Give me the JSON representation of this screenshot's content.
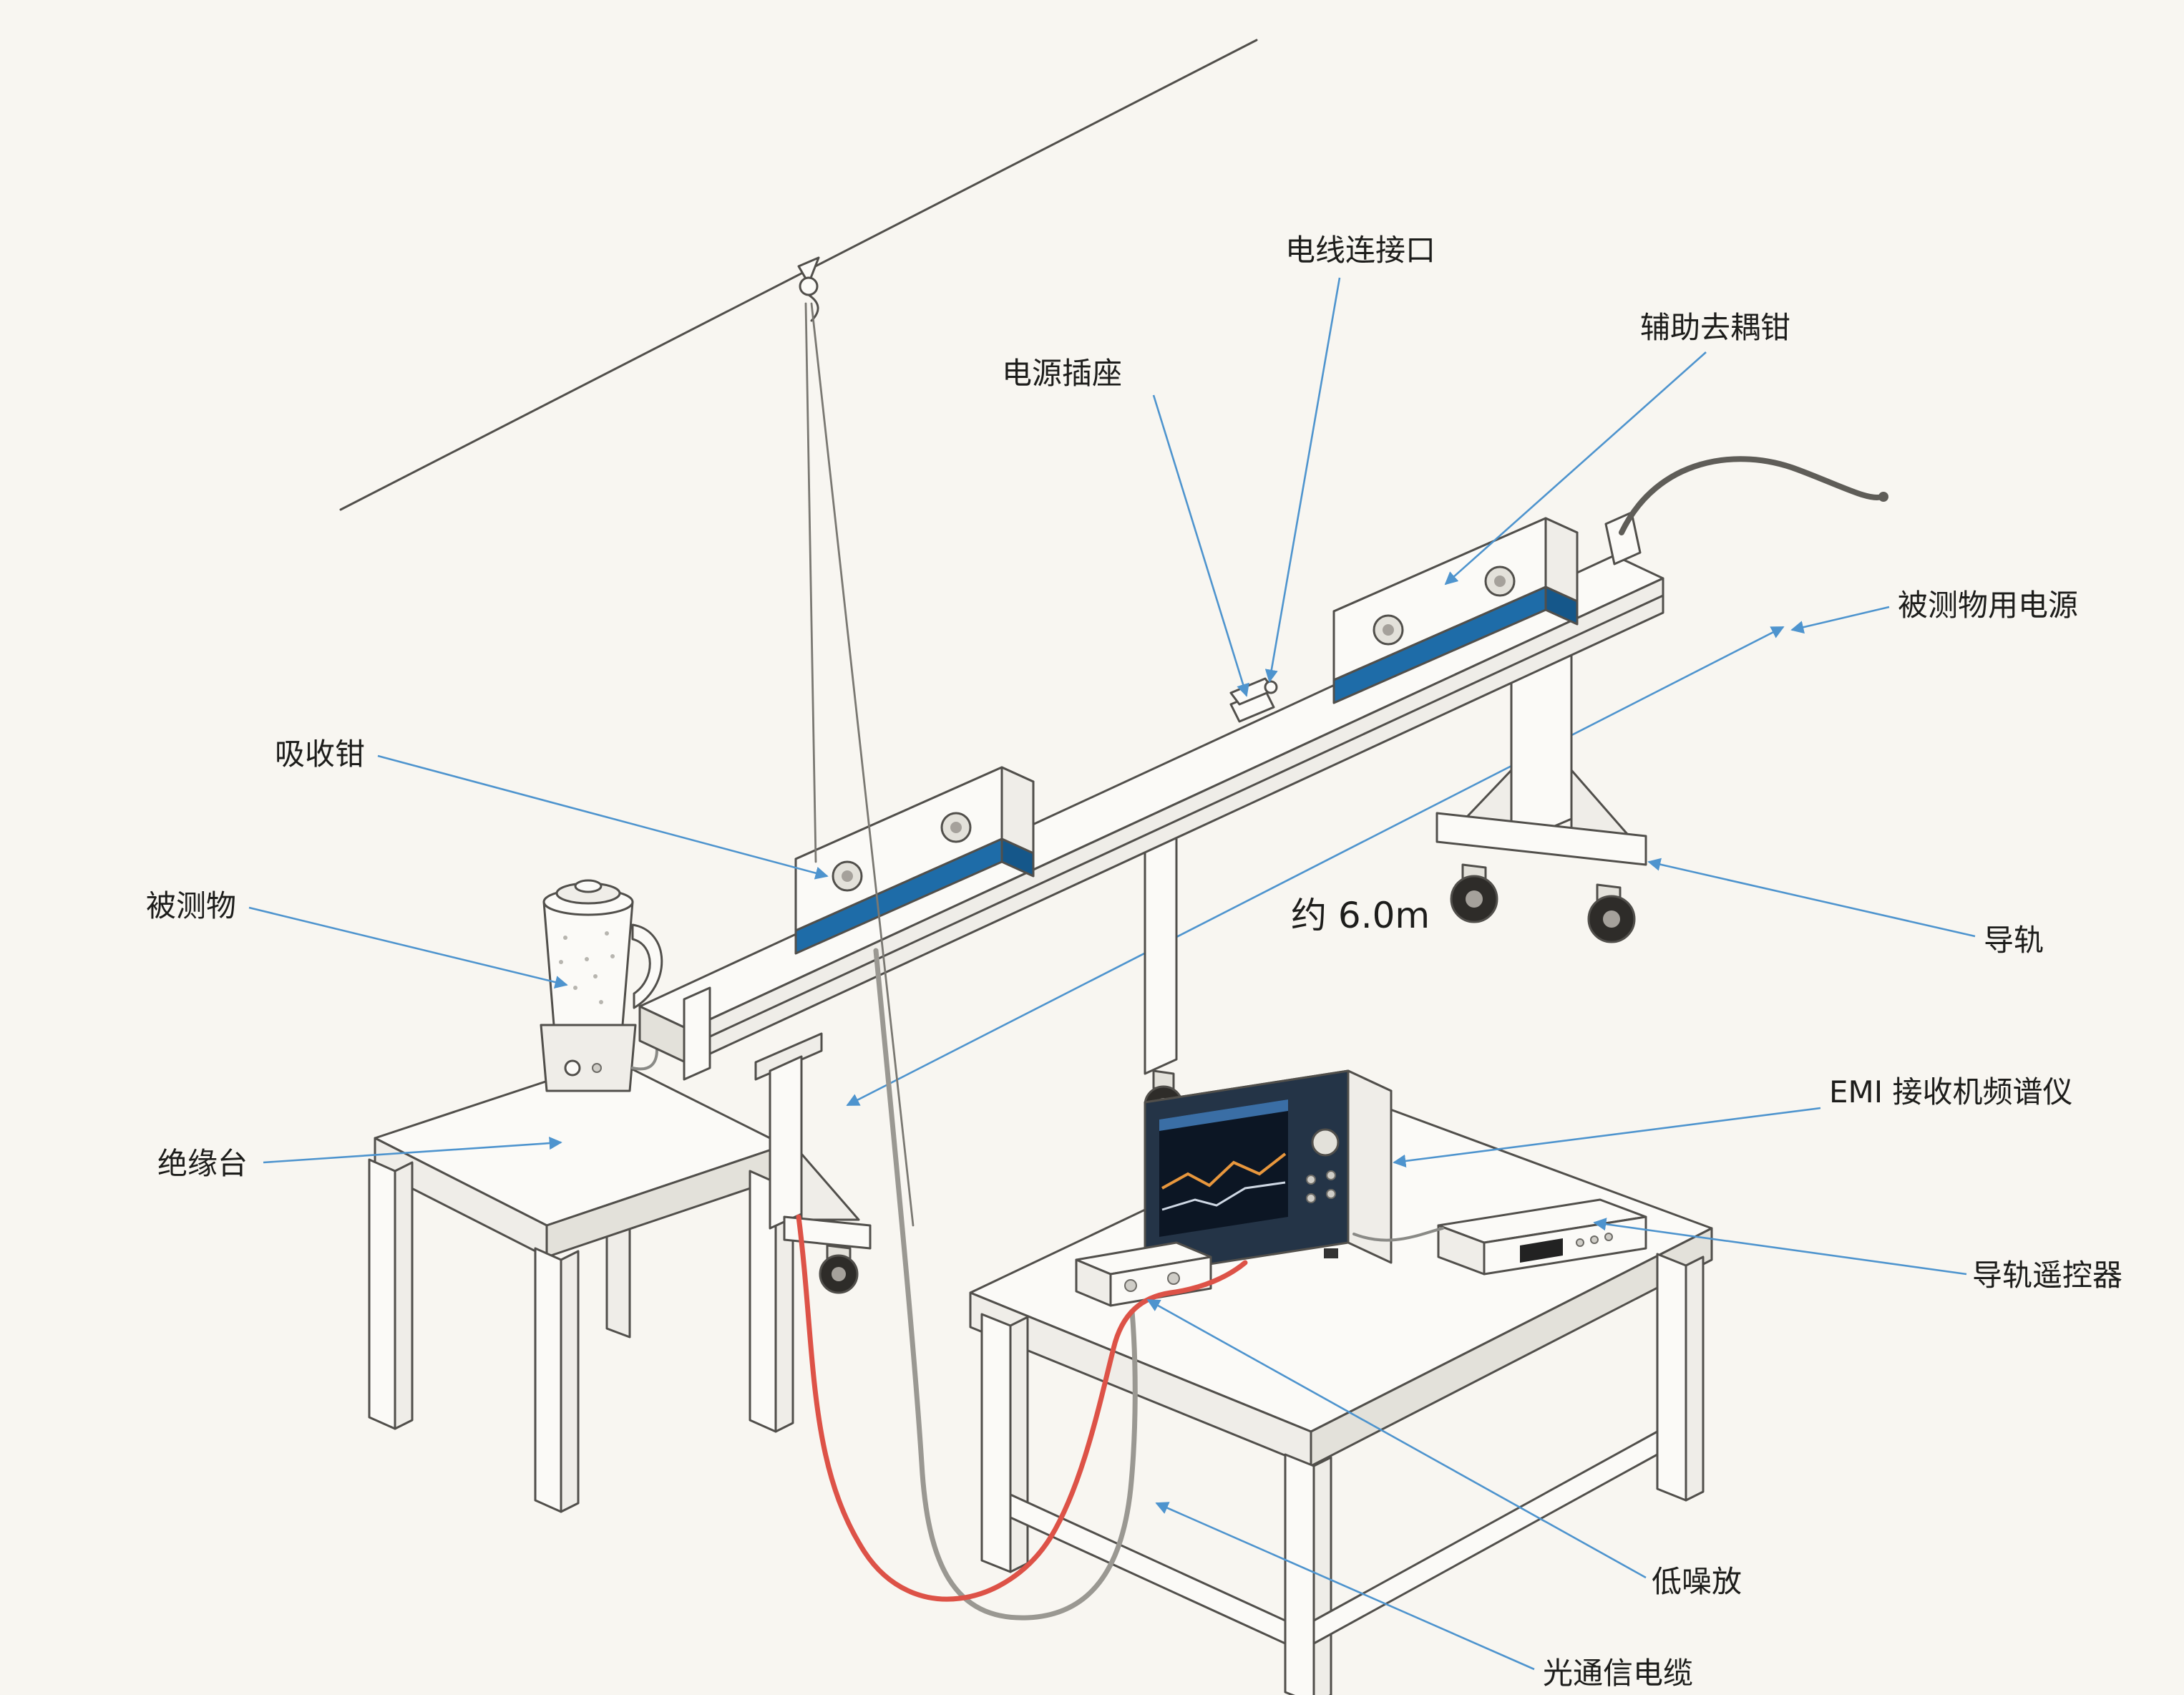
{
  "diagram": {
    "labels": {
      "wire_port": "电线连接口",
      "power_socket": "电源插座",
      "aux_decoupling_clamp": "辅助去耦钳",
      "dut_power": "被测物用电源",
      "absorbing_clamp": "吸收钳",
      "dut": "被测物",
      "dimension_6m": "约 6.0m",
      "rail": "导轨",
      "insulated_table": "绝缘台",
      "emi_receiver": "EMI 接收机频谱仪",
      "rail_remote": "导轨遥控器",
      "lna": "低噪放",
      "optical_cable": "光通信电缆"
    },
    "colors": {
      "background": "#f8f6f1",
      "line": "#514f4b",
      "leader_blue": "#4e94ce",
      "clamp_blue": "#1e6ca8",
      "clamp_blue_dark": "#15578a",
      "cable_red": "#dd5247",
      "cable_gray": "#9a9892",
      "analyzer_face": "#243447",
      "screen_trace_orange": "#e8973d",
      "screen_band_blue": "#3a6ea5"
    }
  }
}
